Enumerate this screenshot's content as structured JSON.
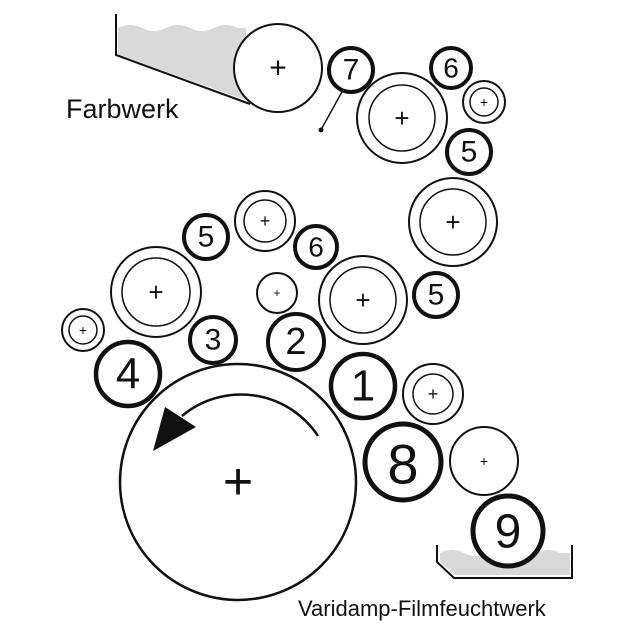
{
  "labels": {
    "inking_unit": "Farbwerk",
    "dampening_unit": "Varidamp-Filmfeuchtwerk"
  },
  "roller_numbers": {
    "r1": "1",
    "r2": "2",
    "r3": "3",
    "r4": "4",
    "r5a": "5",
    "r5b": "5",
    "r5c": "5",
    "r6a": "6",
    "r6b": "6",
    "r7": "7",
    "r8": "8",
    "r9": "9"
  },
  "center_mark": "+",
  "colors": {
    "stroke": "#111111",
    "fluid": "#d9d9d9",
    "background": "#ffffff"
  }
}
